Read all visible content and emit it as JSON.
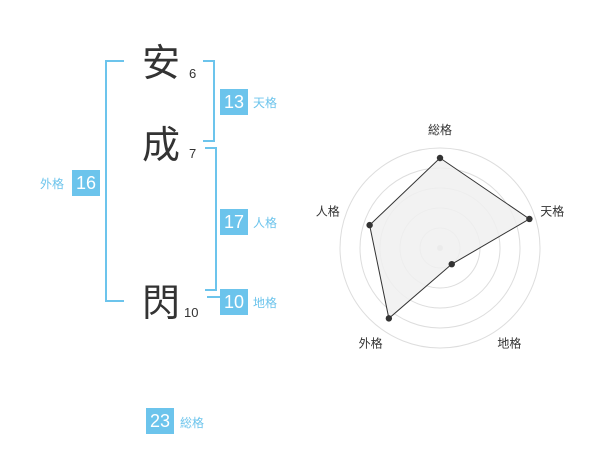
{
  "characters": [
    {
      "char": "安",
      "strokes": "6"
    },
    {
      "char": "成",
      "strokes": "7"
    },
    {
      "char": "閃",
      "strokes": "10"
    }
  ],
  "kakusu": {
    "tenkaku": {
      "value": "13",
      "label": "天格"
    },
    "jinkaku": {
      "value": "17",
      "label": "人格"
    },
    "chikaku": {
      "value": "10",
      "label": "地格"
    },
    "gaikaku": {
      "value": "16",
      "label": "外格"
    },
    "soukaku": {
      "value": "23",
      "label": "総格"
    }
  },
  "radar": {
    "axes": [
      "総格",
      "天格",
      "地格",
      "外格",
      "人格"
    ],
    "values": [
      0.9,
      0.94,
      0.2,
      0.87,
      0.74
    ],
    "rings": 5
  },
  "colors": {
    "accent": "#6cc4ec",
    "text": "#333333",
    "radar_fill": "#f0f0f0",
    "radar_line": "#333333",
    "grid": "#dddddd"
  }
}
